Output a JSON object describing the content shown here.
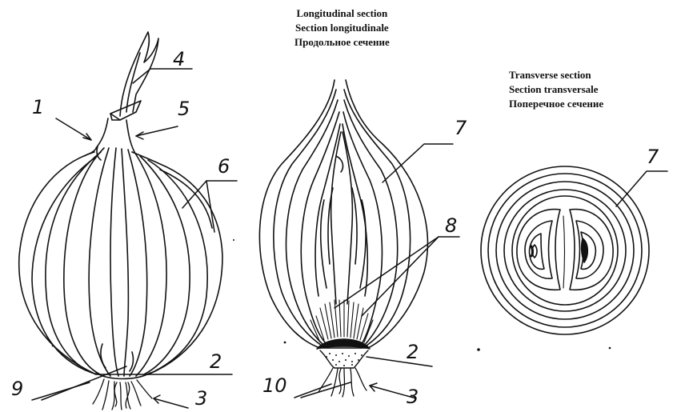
{
  "captions": {
    "longitudinal": [
      "Longitudinal section",
      "Section longitudinale",
      "Продольное сечение"
    ],
    "transverse": [
      "Transverse section",
      "Section transversale",
      "Поперечное сечение"
    ]
  },
  "labels": {
    "n1": "1",
    "n2a": "2",
    "n2b": "2",
    "n3a": "3",
    "n3b": "3",
    "n4": "4",
    "n5": "5",
    "n6": "6",
    "n7a": "7",
    "n7b": "7",
    "n8": "8",
    "n9": "9",
    "n10": "10"
  },
  "colors": {
    "ink": "#111111",
    "paper": "#ffffff"
  }
}
